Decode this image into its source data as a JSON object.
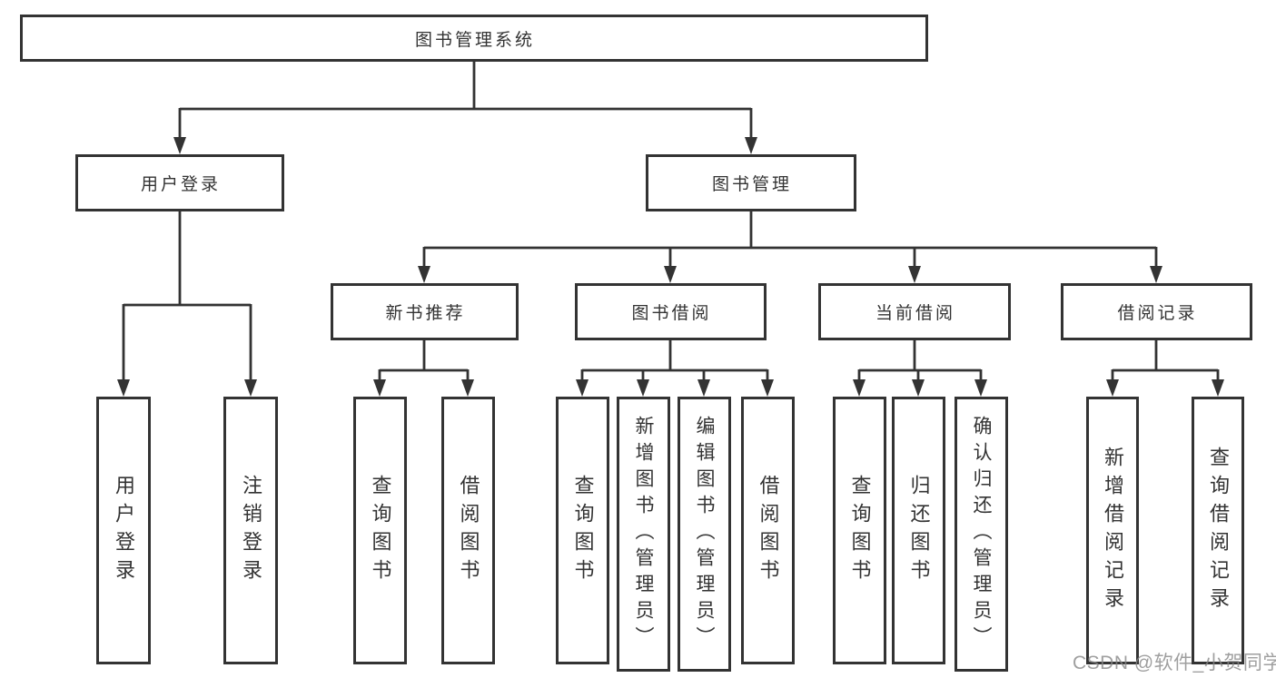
{
  "diagram": {
    "root": {
      "label": "图书管理系统"
    },
    "level2": [
      {
        "label": "用户登录"
      },
      {
        "label": "图书管理"
      }
    ],
    "level3": [
      {
        "label": "新书推荐"
      },
      {
        "label": "图书借阅"
      },
      {
        "label": "当前借阅"
      },
      {
        "label": "借阅记录"
      }
    ],
    "leaves": {
      "user_login": [
        {
          "label": "用户登录"
        },
        {
          "label": "注销登录"
        }
      ],
      "new_book": [
        {
          "label": "查询图书"
        },
        {
          "label": "借阅图书"
        }
      ],
      "borrow": [
        {
          "label": "查询图书"
        },
        {
          "label": "新增图书（管理员）"
        },
        {
          "label": "编辑图书（管理员）"
        },
        {
          "label": "借阅图书"
        }
      ],
      "current": [
        {
          "label": "查询图书"
        },
        {
          "label": "归还图书"
        },
        {
          "label": "确认归还（管理员）"
        }
      ],
      "records": [
        {
          "label": "新增借阅记录"
        },
        {
          "label": "查询借阅记录"
        }
      ]
    },
    "watermark": "CSDN @软件_小贺同学",
    "colors": {
      "line": "#333333",
      "box_border": "#333333",
      "box_background": "#ffffff",
      "text": "#333333",
      "watermark": "#878787"
    }
  }
}
